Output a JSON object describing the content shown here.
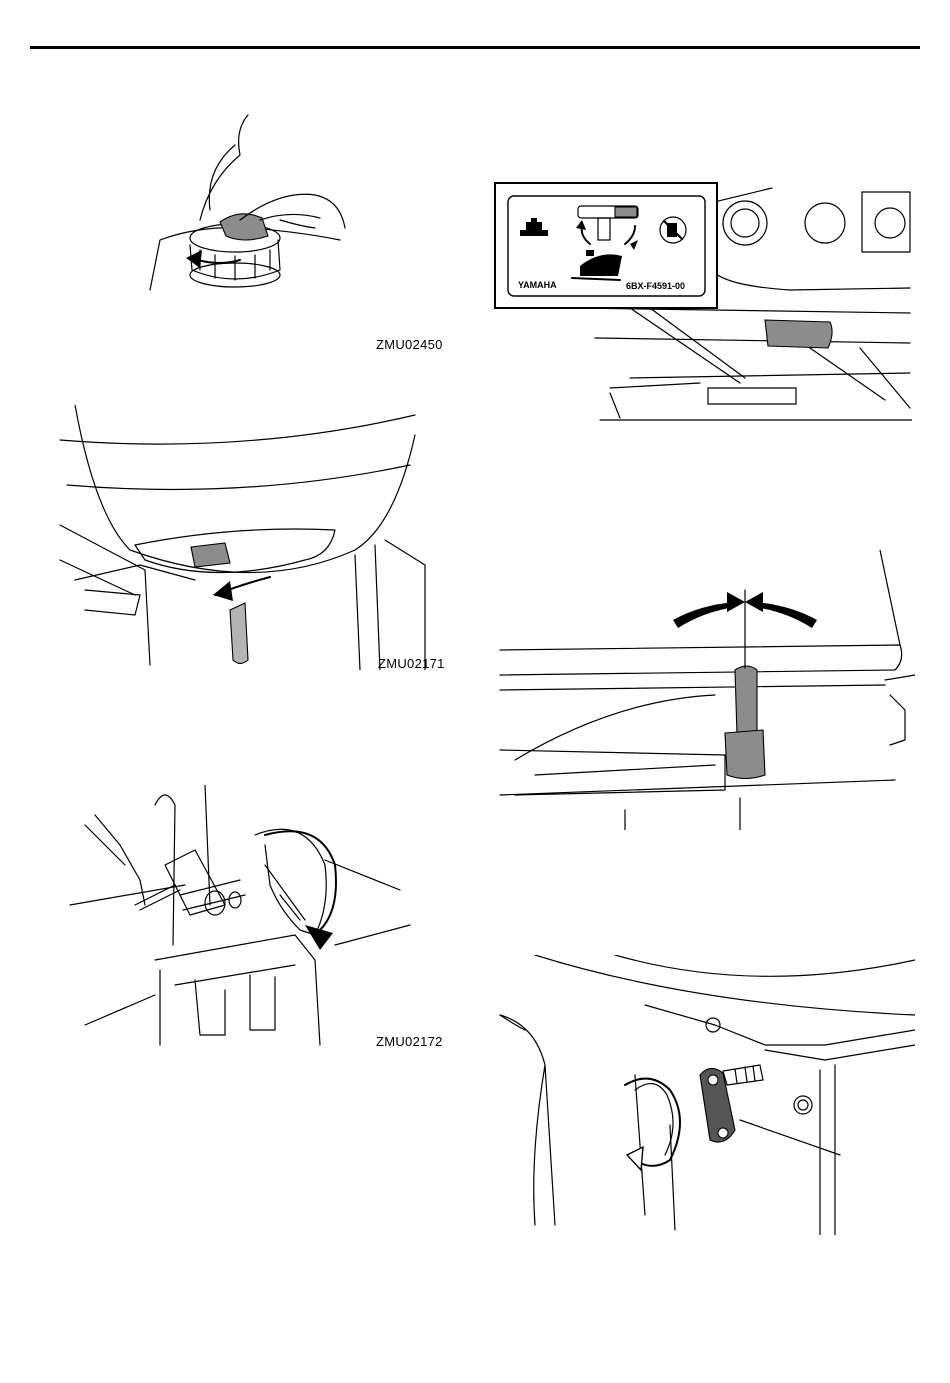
{
  "figures": [
    {
      "id": "fig1",
      "code": "ZMU02450"
    },
    {
      "id": "fig2",
      "code": "ZMU02171"
    },
    {
      "id": "fig3",
      "code": "ZMU02172"
    }
  ],
  "decal": {
    "brand": "YAMAHA",
    "part_number": "6BX-F4591-00"
  },
  "icons": [
    "fuel-cap-icon",
    "choke-lever-icon",
    "no-fuel-icon",
    "fuel-tank-icon",
    "rotation-arrow-icon"
  ]
}
